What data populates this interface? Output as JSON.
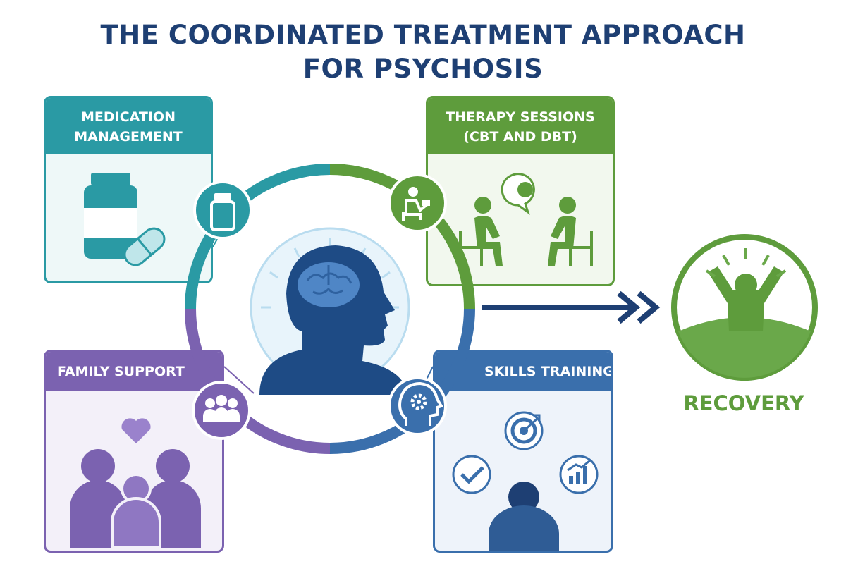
{
  "title": {
    "line1": "THE COORDINATED TREATMENT APPROACH",
    "line2": "FOR PSYCHOSIS"
  },
  "panels": {
    "medication": {
      "line1": "MEDICATION",
      "line2": "MANAGEMENT",
      "icon": "medicine-bottle-and-capsule-icon"
    },
    "therapy": {
      "line1": "THERAPY SESSIONS",
      "line2": "(CBT AND DBT)",
      "icon": "two-people-talking-icon"
    },
    "family": {
      "line1": "FAMILY SUPPORT",
      "icon": "family-with-heart-icon"
    },
    "skills": {
      "line1": "SKILLS TRAINING",
      "icon": "person-with-goal-icons"
    }
  },
  "recovery": {
    "label": "RECOVERY",
    "icon": "person-celebrating-icon"
  },
  "colors": {
    "teal": "#2a9aa4",
    "green": "#5e9c3c",
    "purple": "#7b62b0",
    "blue": "#3a6fac",
    "navy": "#1e3f73",
    "brain": "#4f86c6"
  }
}
